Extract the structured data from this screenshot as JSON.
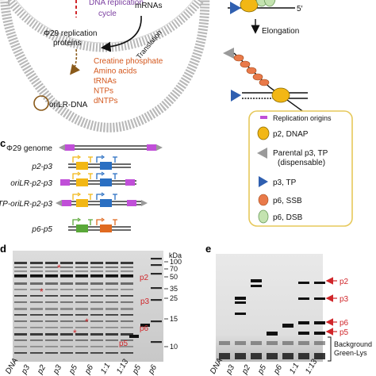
{
  "panel_top": {
    "dna_replication_cycle": "DNA replication\ncycle",
    "mrnas": "mRNAs",
    "phi29_proteins": "Φ29 replication\nproteins",
    "translation": "Translation",
    "orilr_dna": "oriLR-DNA",
    "feeds": [
      "Creatine phosphate",
      "Amino acids",
      "tRNAs",
      "NTPs",
      "dNTPs"
    ],
    "five_prime": "5′",
    "elongation": "Elongation"
  },
  "legend": {
    "items": [
      "Replication origins",
      "p2, DNAP",
      "Parental p3, TP",
      "(dispensable)",
      "p3, TP",
      "p6, SSB",
      "p6, DSB"
    ]
  },
  "panel_c": {
    "letter": "c",
    "rows": [
      "Φ29 genome",
      "p2-p3",
      "oriLR-p2-p3",
      "TP-oriLR-p2-p3",
      "p6-p5"
    ]
  },
  "panel_d": {
    "letter": "d",
    "kda_label": "kDa",
    "markers": [
      "100",
      "70",
      "50",
      "35",
      "25",
      "15",
      "10"
    ],
    "band_labels": [
      "p2",
      "p3",
      "p6",
      "p5"
    ],
    "lane_labels": [
      "DNA",
      "p3",
      "p2",
      "p3",
      "p5",
      "p6",
      "1:1",
      "1:13",
      "p5",
      "p6"
    ]
  },
  "panel_e": {
    "letter": "e",
    "arrows": [
      "p2",
      "p3",
      "p6",
      "p5"
    ],
    "background": "Background\nGreen-Lys",
    "lane_labels": [
      "DNA",
      "p3",
      "p2",
      "p5",
      "p6",
      "1:1",
      "1:13"
    ]
  },
  "colors": {
    "orange_text": "#d4581e",
    "purple_text": "#7b3fa0",
    "red": "#d0262a",
    "membrane": "#b8b8b8",
    "p2_yellow": "#f2b715",
    "ssb_orange": "#e97a4a",
    "dsb_green": "#c4e3b0",
    "tp_blue": "#2f5fb0",
    "origin_purple": "#c04fd8",
    "gene_blue": "#2a6fc2",
    "gene_green": "#5aa839",
    "gene_orange": "#e06a20"
  }
}
